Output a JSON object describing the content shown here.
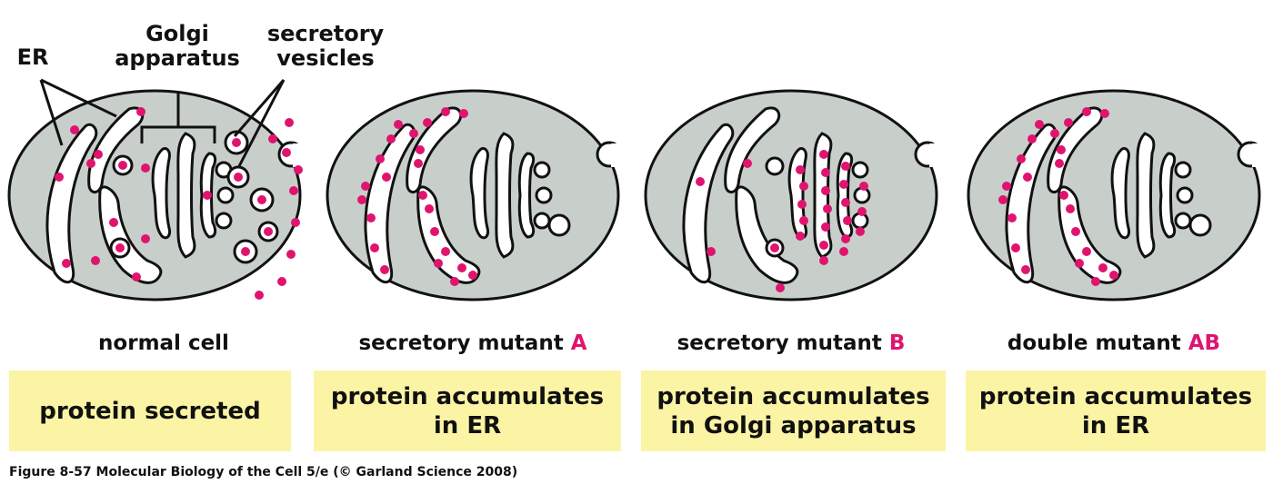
{
  "labels": {
    "er": "ER",
    "golgi": "Golgi\napparatus",
    "vesicles": "secretory\nvesicles"
  },
  "panels": [
    {
      "caption": "normal cell",
      "mutant_letter": "",
      "result": "protein secreted"
    },
    {
      "caption": "secretory mutant ",
      "mutant_letter": "A",
      "result": "protein accumulates\nin ER"
    },
    {
      "caption": "secretory mutant ",
      "mutant_letter": "B",
      "result": "protein accumulates\nin Golgi apparatus"
    },
    {
      "caption": "double mutant ",
      "mutant_letter": "AB",
      "result": "protein accumulates\nin ER"
    }
  ],
  "credit": "Figure 8-57  Molecular Biology of the Cell 5/e (© Garland Science 2008)",
  "colors": {
    "cytoplasm": "#c8cfca",
    "cargo_protein": "#e0146f",
    "result_box": "#fbf4a4",
    "outline": "#111111"
  }
}
